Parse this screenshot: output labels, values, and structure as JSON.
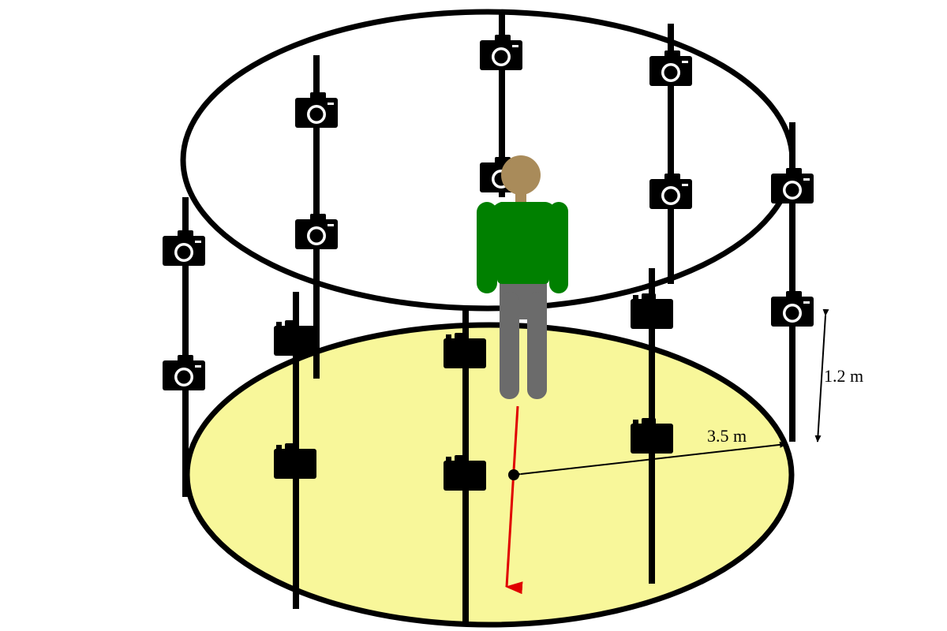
{
  "labels": {
    "height": "1.2 m",
    "radius": "3.5 m"
  },
  "colors": {
    "floor": "#f8f79a",
    "outline": "#000000",
    "shirt": "#008000",
    "pants": "#6b6b6b",
    "skin": "#a98b5a",
    "direction_arrow": "#e00000",
    "background": "#ffffff"
  },
  "icons": {
    "camera": "camera-icon",
    "person": "person-figure",
    "direction": "direction-arrow"
  }
}
